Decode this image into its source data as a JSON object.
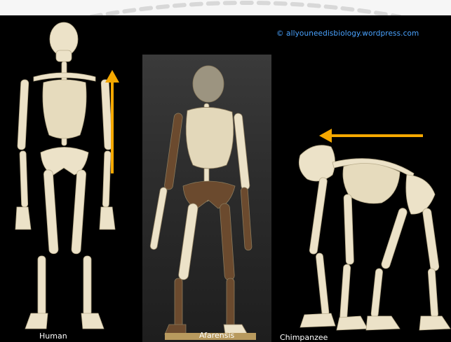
{
  "image": {
    "credit": "© allyouneedisbiology.wordpress.com",
    "specimens": [
      {
        "id": "human",
        "label": "Human"
      },
      {
        "id": "afarensis",
        "label": "Afarensis"
      },
      {
        "id": "chimp",
        "label": "Chimpanzee"
      }
    ]
  },
  "colors": {
    "background": "#000000",
    "bone": "#ece2c8",
    "bone_dark": "#c9bd9c",
    "fossil": "#6b4a2e",
    "arrow": "#f5a800",
    "credit_text": "#4aa3ff",
    "label_text": "#ffffff"
  },
  "icons": {
    "up_arrow": "arrow-up-icon",
    "left_arrow": "arrow-left-icon"
  }
}
